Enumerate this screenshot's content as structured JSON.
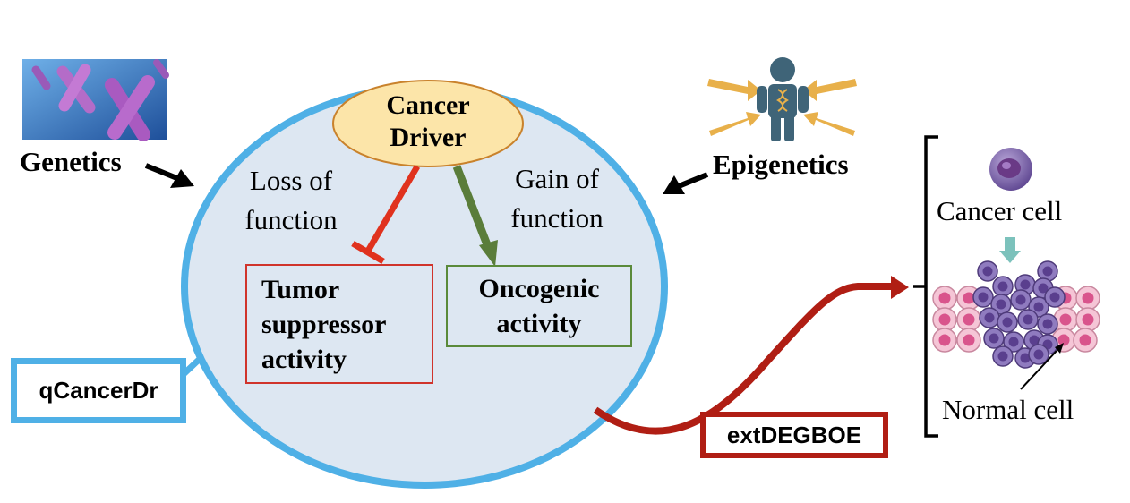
{
  "labels": {
    "genetics": "Genetics",
    "epigenetics": "Epigenetics",
    "cancer_driver": [
      "Cancer",
      "Driver"
    ],
    "loss_of_function": [
      "Loss of",
      "function"
    ],
    "gain_of_function": [
      "Gain of",
      "function"
    ],
    "tumor_suppressor": [
      "Tumor",
      "suppressor",
      "activity"
    ],
    "oncogenic": [
      "Oncogenic",
      "activity"
    ],
    "cancer_cell": "Cancer cell",
    "normal_cell": "Normal cell"
  },
  "tags": {
    "qcancerdr": "qCancerDr",
    "extdegboe": "extDEGBOE"
  },
  "colors": {
    "circle_border": "#4fb0e6",
    "circle_fill": "#dde7f2",
    "driver_fill": "#fce5a9",
    "driver_border": "#c9822c",
    "inhibit": "#e0321e",
    "activate": "#5a7d3a",
    "tumor_box_border": "#d0342c",
    "onco_box_border": "#5a8a3a",
    "ext_red": "#b01e14",
    "arrow_gold": "#e8b04a",
    "person": "#3f6478",
    "normal_cell": "#f5c5d6",
    "cancer_cell": "#7a5fa6"
  },
  "icons": [
    "chromosome-image",
    "person-epigenetics-icon",
    "cancer-cell-icon",
    "tumor-cluster-image"
  ]
}
